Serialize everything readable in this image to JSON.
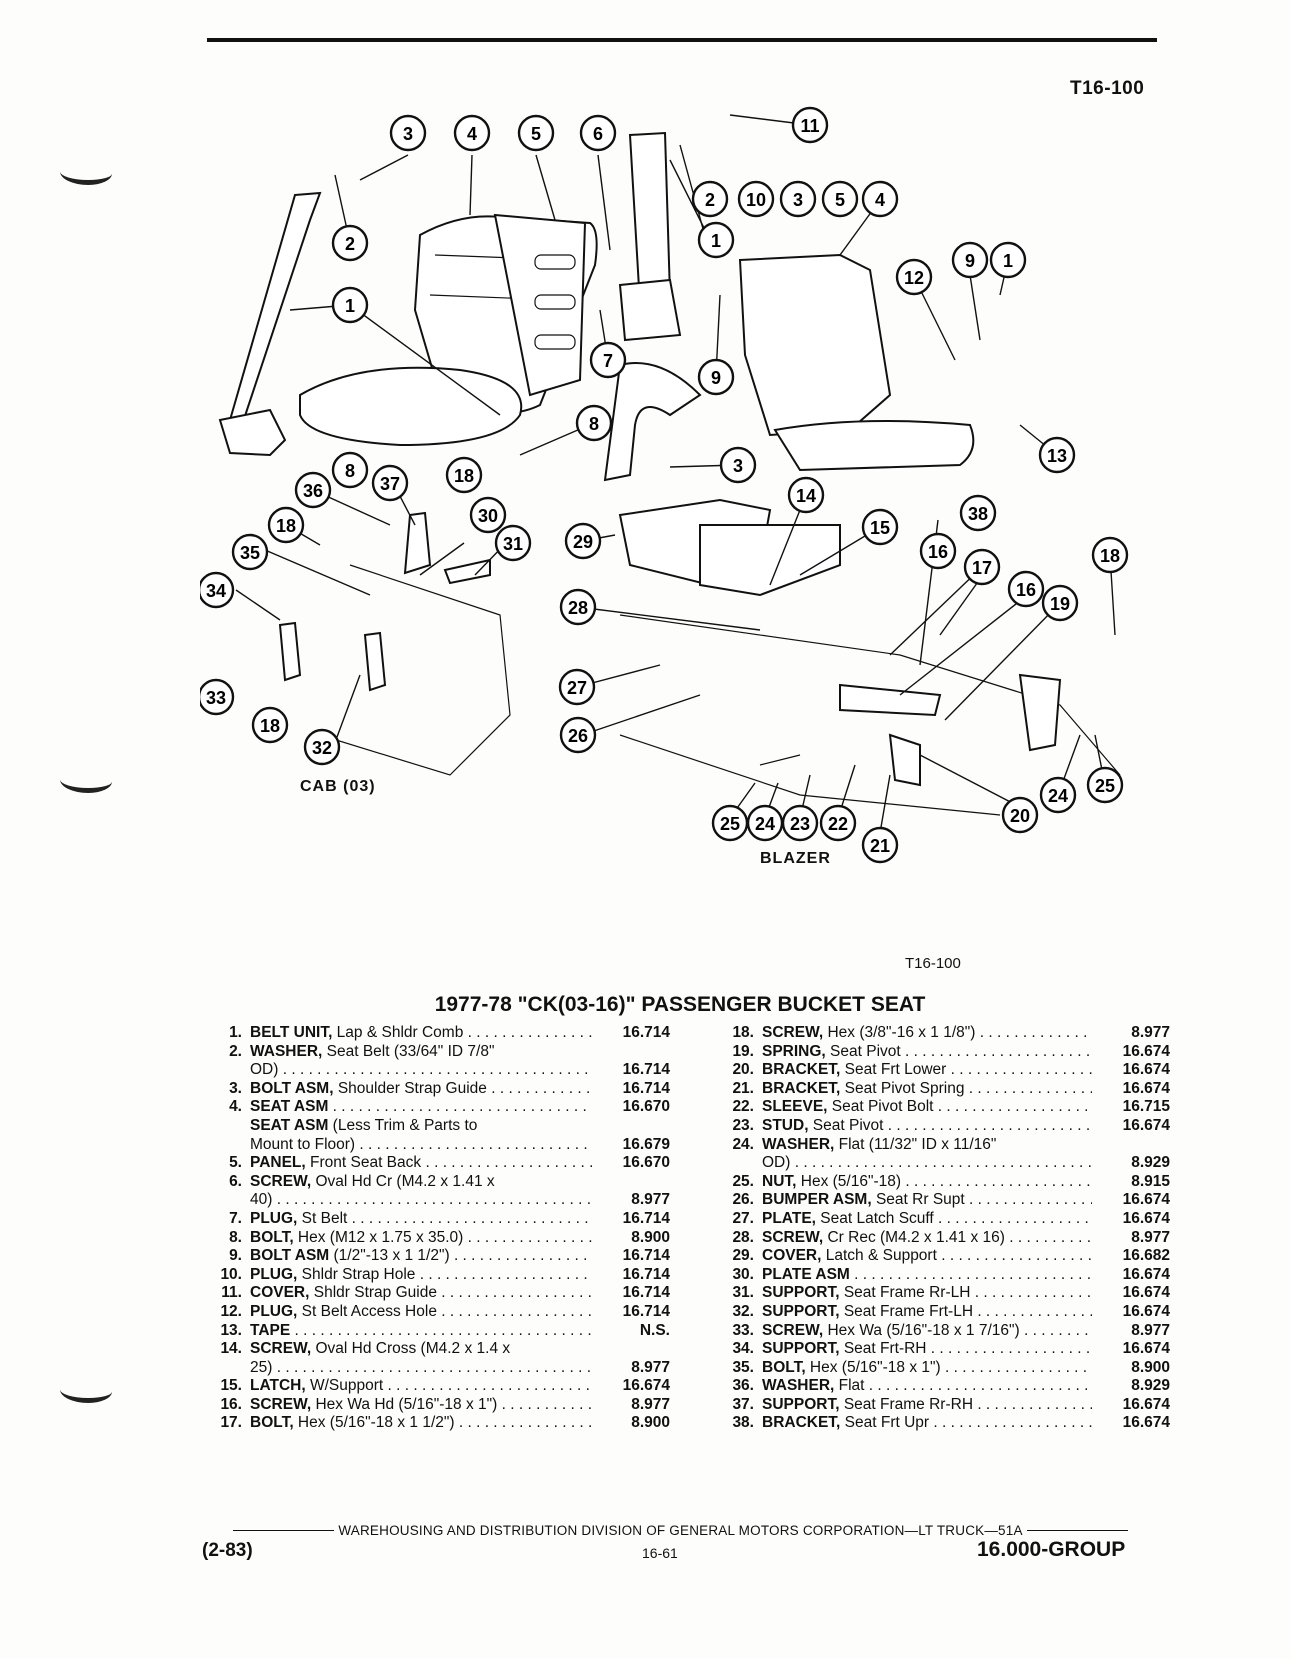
{
  "figure_id": "T16-100",
  "diagram": {
    "labels": {
      "cab": "CAB (03)",
      "blazer": "BLAZER"
    },
    "callouts": [
      "1",
      "2",
      "3",
      "4",
      "5",
      "6",
      "7",
      "8",
      "9",
      "10",
      "11",
      "12",
      "13",
      "14",
      "15",
      "16",
      "17",
      "18",
      "19",
      "20",
      "21",
      "22",
      "23",
      "24",
      "25",
      "26",
      "27",
      "28",
      "29",
      "30",
      "31",
      "32",
      "33",
      "34",
      "35",
      "36",
      "37",
      "38"
    ]
  },
  "title": "1977-78 \"CK(03-16)\" PASSENGER BUCKET SEAT",
  "parts_left": [
    {
      "n": "1.",
      "name": "BELT UNIT,",
      "desc": " Lap & Shldr Comb",
      "group": "16.714"
    },
    {
      "n": "2.",
      "name": "WASHER,",
      "desc": " Seat Belt (33/64\" ID 7/8\"",
      "group": "",
      "wrap": true
    },
    {
      "n": "",
      "name": "",
      "desc": "OD)",
      "group": "16.714"
    },
    {
      "n": "3.",
      "name": "BOLT ASM,",
      "desc": " Shoulder Strap Guide",
      "group": "16.714"
    },
    {
      "n": "4.",
      "name": "SEAT ASM",
      "desc": "",
      "group": "16.670"
    },
    {
      "n": "",
      "name": "SEAT ASM",
      "desc": " (Less Trim & Parts to",
      "group": "",
      "wrap": true
    },
    {
      "n": "",
      "name": "",
      "desc": "Mount to Floor)",
      "group": "16.679"
    },
    {
      "n": "5.",
      "name": "PANEL,",
      "desc": " Front Seat Back",
      "group": "16.670"
    },
    {
      "n": "6.",
      "name": "SCREW,",
      "desc": " Oval Hd Cr (M4.2 x 1.41 x",
      "group": "",
      "wrap": true
    },
    {
      "n": "",
      "name": "",
      "desc": "40)",
      "group": "8.977"
    },
    {
      "n": "7.",
      "name": "PLUG,",
      "desc": " St Belt",
      "group": "16.714"
    },
    {
      "n": "8.",
      "name": "BOLT,",
      "desc": " Hex (M12 x 1.75 x 35.0)",
      "group": "8.900"
    },
    {
      "n": "9.",
      "name": "BOLT ASM",
      "desc": " (1/2\"-13 x 1 1/2\")",
      "group": "16.714"
    },
    {
      "n": "10.",
      "name": "PLUG,",
      "desc": " Shldr Strap Hole",
      "group": "16.714"
    },
    {
      "n": "11.",
      "name": "COVER,",
      "desc": " Shldr Strap Guide",
      "group": "16.714"
    },
    {
      "n": "12.",
      "name": "PLUG,",
      "desc": " St Belt Access Hole",
      "group": "16.714"
    },
    {
      "n": "13.",
      "name": "TAPE",
      "desc": "",
      "group": "N.S."
    },
    {
      "n": "14.",
      "name": "SCREW,",
      "desc": " Oval Hd Cross (M4.2 x 1.4 x",
      "group": "",
      "wrap": true
    },
    {
      "n": "",
      "name": "",
      "desc": "25)",
      "group": "8.977"
    },
    {
      "n": "15.",
      "name": "LATCH,",
      "desc": " W/Support",
      "group": "16.674"
    },
    {
      "n": "16.",
      "name": "SCREW,",
      "desc": " Hex Wa Hd (5/16\"-18 x 1\")",
      "group": "8.977"
    },
    {
      "n": "17.",
      "name": "BOLT,",
      "desc": " Hex (5/16\"-18 x 1 1/2\")",
      "group": "8.900"
    }
  ],
  "parts_right": [
    {
      "n": "18.",
      "name": "SCREW,",
      "desc": " Hex (3/8\"-16 x 1 1/8\")",
      "group": "8.977"
    },
    {
      "n": "19.",
      "name": "SPRING,",
      "desc": " Seat Pivot",
      "group": "16.674"
    },
    {
      "n": "20.",
      "name": "BRACKET,",
      "desc": " Seat Frt Lower",
      "group": "16.674"
    },
    {
      "n": "21.",
      "name": "BRACKET,",
      "desc": " Seat Pivot Spring",
      "group": "16.674"
    },
    {
      "n": "22.",
      "name": "SLEEVE,",
      "desc": " Seat Pivot Bolt",
      "group": "16.715"
    },
    {
      "n": "23.",
      "name": "STUD,",
      "desc": " Seat Pivot",
      "group": "16.674"
    },
    {
      "n": "24.",
      "name": "WASHER,",
      "desc": " Flat (11/32\" ID x 11/16\"",
      "group": "",
      "wrap": true
    },
    {
      "n": "",
      "name": "",
      "desc": "OD)",
      "group": "8.929"
    },
    {
      "n": "25.",
      "name": "NUT,",
      "desc": " Hex (5/16\"-18)",
      "group": "8.915"
    },
    {
      "n": "26.",
      "name": "BUMPER ASM,",
      "desc": " Seat Rr Supt",
      "group": "16.674"
    },
    {
      "n": "27.",
      "name": "PLATE,",
      "desc": " Seat Latch Scuff",
      "group": "16.674"
    },
    {
      "n": "28.",
      "name": "SCREW,",
      "desc": " Cr Rec (M4.2 x 1.41 x 16)",
      "group": "8.977"
    },
    {
      "n": "29.",
      "name": "COVER,",
      "desc": " Latch & Support",
      "group": "16.682"
    },
    {
      "n": "30.",
      "name": "PLATE ASM",
      "desc": "",
      "group": "16.674"
    },
    {
      "n": "31.",
      "name": "SUPPORT,",
      "desc": " Seat Frame Rr-LH",
      "group": "16.674"
    },
    {
      "n": "32.",
      "name": "SUPPORT,",
      "desc": " Seat Frame Frt-LH",
      "group": "16.674"
    },
    {
      "n": "33.",
      "name": "SCREW,",
      "desc": " Hex Wa (5/16\"-18 x 1 7/16\")",
      "group": "8.977"
    },
    {
      "n": "34.",
      "name": "SUPPORT,",
      "desc": " Seat Frt-RH",
      "group": "16.674"
    },
    {
      "n": "35.",
      "name": "BOLT,",
      "desc": " Hex (5/16\"-18 x 1\")",
      "group": "8.900"
    },
    {
      "n": "36.",
      "name": "WASHER,",
      "desc": " Flat",
      "group": "8.929"
    },
    {
      "n": "37.",
      "name": "SUPPORT,",
      "desc": " Seat Frame Rr-RH",
      "group": "16.674"
    },
    {
      "n": "38.",
      "name": "BRACKET,",
      "desc": " Seat Frt Upr",
      "group": "16.674"
    }
  ],
  "footer": {
    "division": "WAREHOUSING AND DISTRIBUTION DIVISION OF GENERAL MOTORS CORPORATION—LT TRUCK—51A",
    "date": "(2-83)",
    "page": "16-61",
    "group": "16.000-GROUP"
  }
}
